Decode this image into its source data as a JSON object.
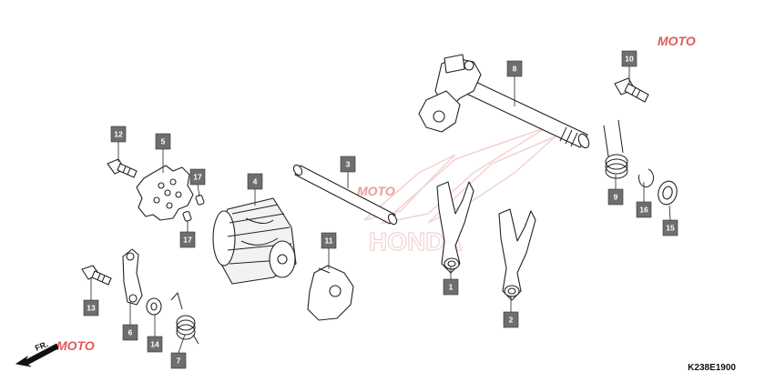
{
  "figure": {
    "reference_code": "K238E1900",
    "direction_label": "FR.",
    "watermark_text": "MOTO",
    "background_logo_text": "HONDA"
  },
  "callouts": [
    {
      "part_no": "1"
    },
    {
      "part_no": "2"
    },
    {
      "part_no": "3"
    },
    {
      "part_no": "4"
    },
    {
      "part_no": "5"
    },
    {
      "part_no": "6"
    },
    {
      "part_no": "7"
    },
    {
      "part_no": "8"
    },
    {
      "part_no": "9"
    },
    {
      "part_no": "10"
    },
    {
      "part_no": "11"
    },
    {
      "part_no": "12"
    },
    {
      "part_no": "13"
    },
    {
      "part_no": "14"
    },
    {
      "part_no": "15"
    },
    {
      "part_no": "16"
    },
    {
      "part_no": "17"
    },
    {
      "part_no": "17"
    }
  ],
  "colors": {
    "label_fill": "#6e6e6e",
    "line": "#222222",
    "watermark": "#e05a5a",
    "logo": "#cc3333"
  }
}
